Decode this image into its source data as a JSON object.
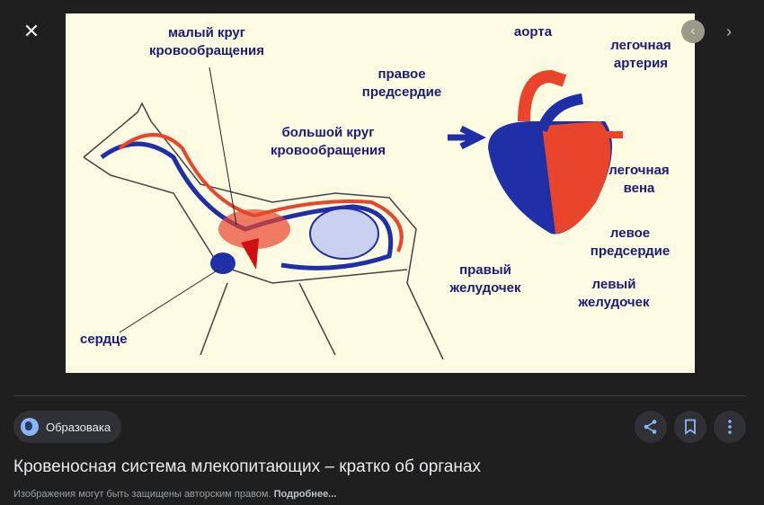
{
  "viewer": {
    "close_icon": "close-icon",
    "prev_icon": "chevron-left-icon",
    "next_icon": "chevron-right-icon"
  },
  "image": {
    "labels": {
      "small_circle": [
        "малый круг",
        "кровообращения"
      ],
      "big_circle": [
        "большой круг",
        "кровообращения"
      ],
      "heart": "сердце",
      "aorta": "аорта",
      "pulmonary_artery": [
        "легочная",
        "артерия"
      ],
      "right_atrium": [
        "правое",
        "предсердие"
      ],
      "pulmonary_vein": [
        "легочная",
        "вена"
      ],
      "left_atrium": [
        "левое",
        "предсердие"
      ],
      "right_ventricle": [
        "правый",
        "желудочек"
      ],
      "left_ventricle": [
        "левый",
        "желудочек"
      ]
    },
    "colors": {
      "background": "#fdfbe2",
      "arterial": "#e8452c",
      "venous": "#1e2fa8",
      "label": "#1b1b7a"
    }
  },
  "source": {
    "name": "Образовака",
    "icon": "globe-icon"
  },
  "actions": {
    "share": "share-icon",
    "save": "bookmark-icon",
    "more": "more-vert-icon"
  },
  "title": "Кровеносная система млекопитающих – кратко об органах",
  "notice": {
    "text": "Изображения могут быть защищены авторским правом.",
    "link": "Подробнее..."
  }
}
